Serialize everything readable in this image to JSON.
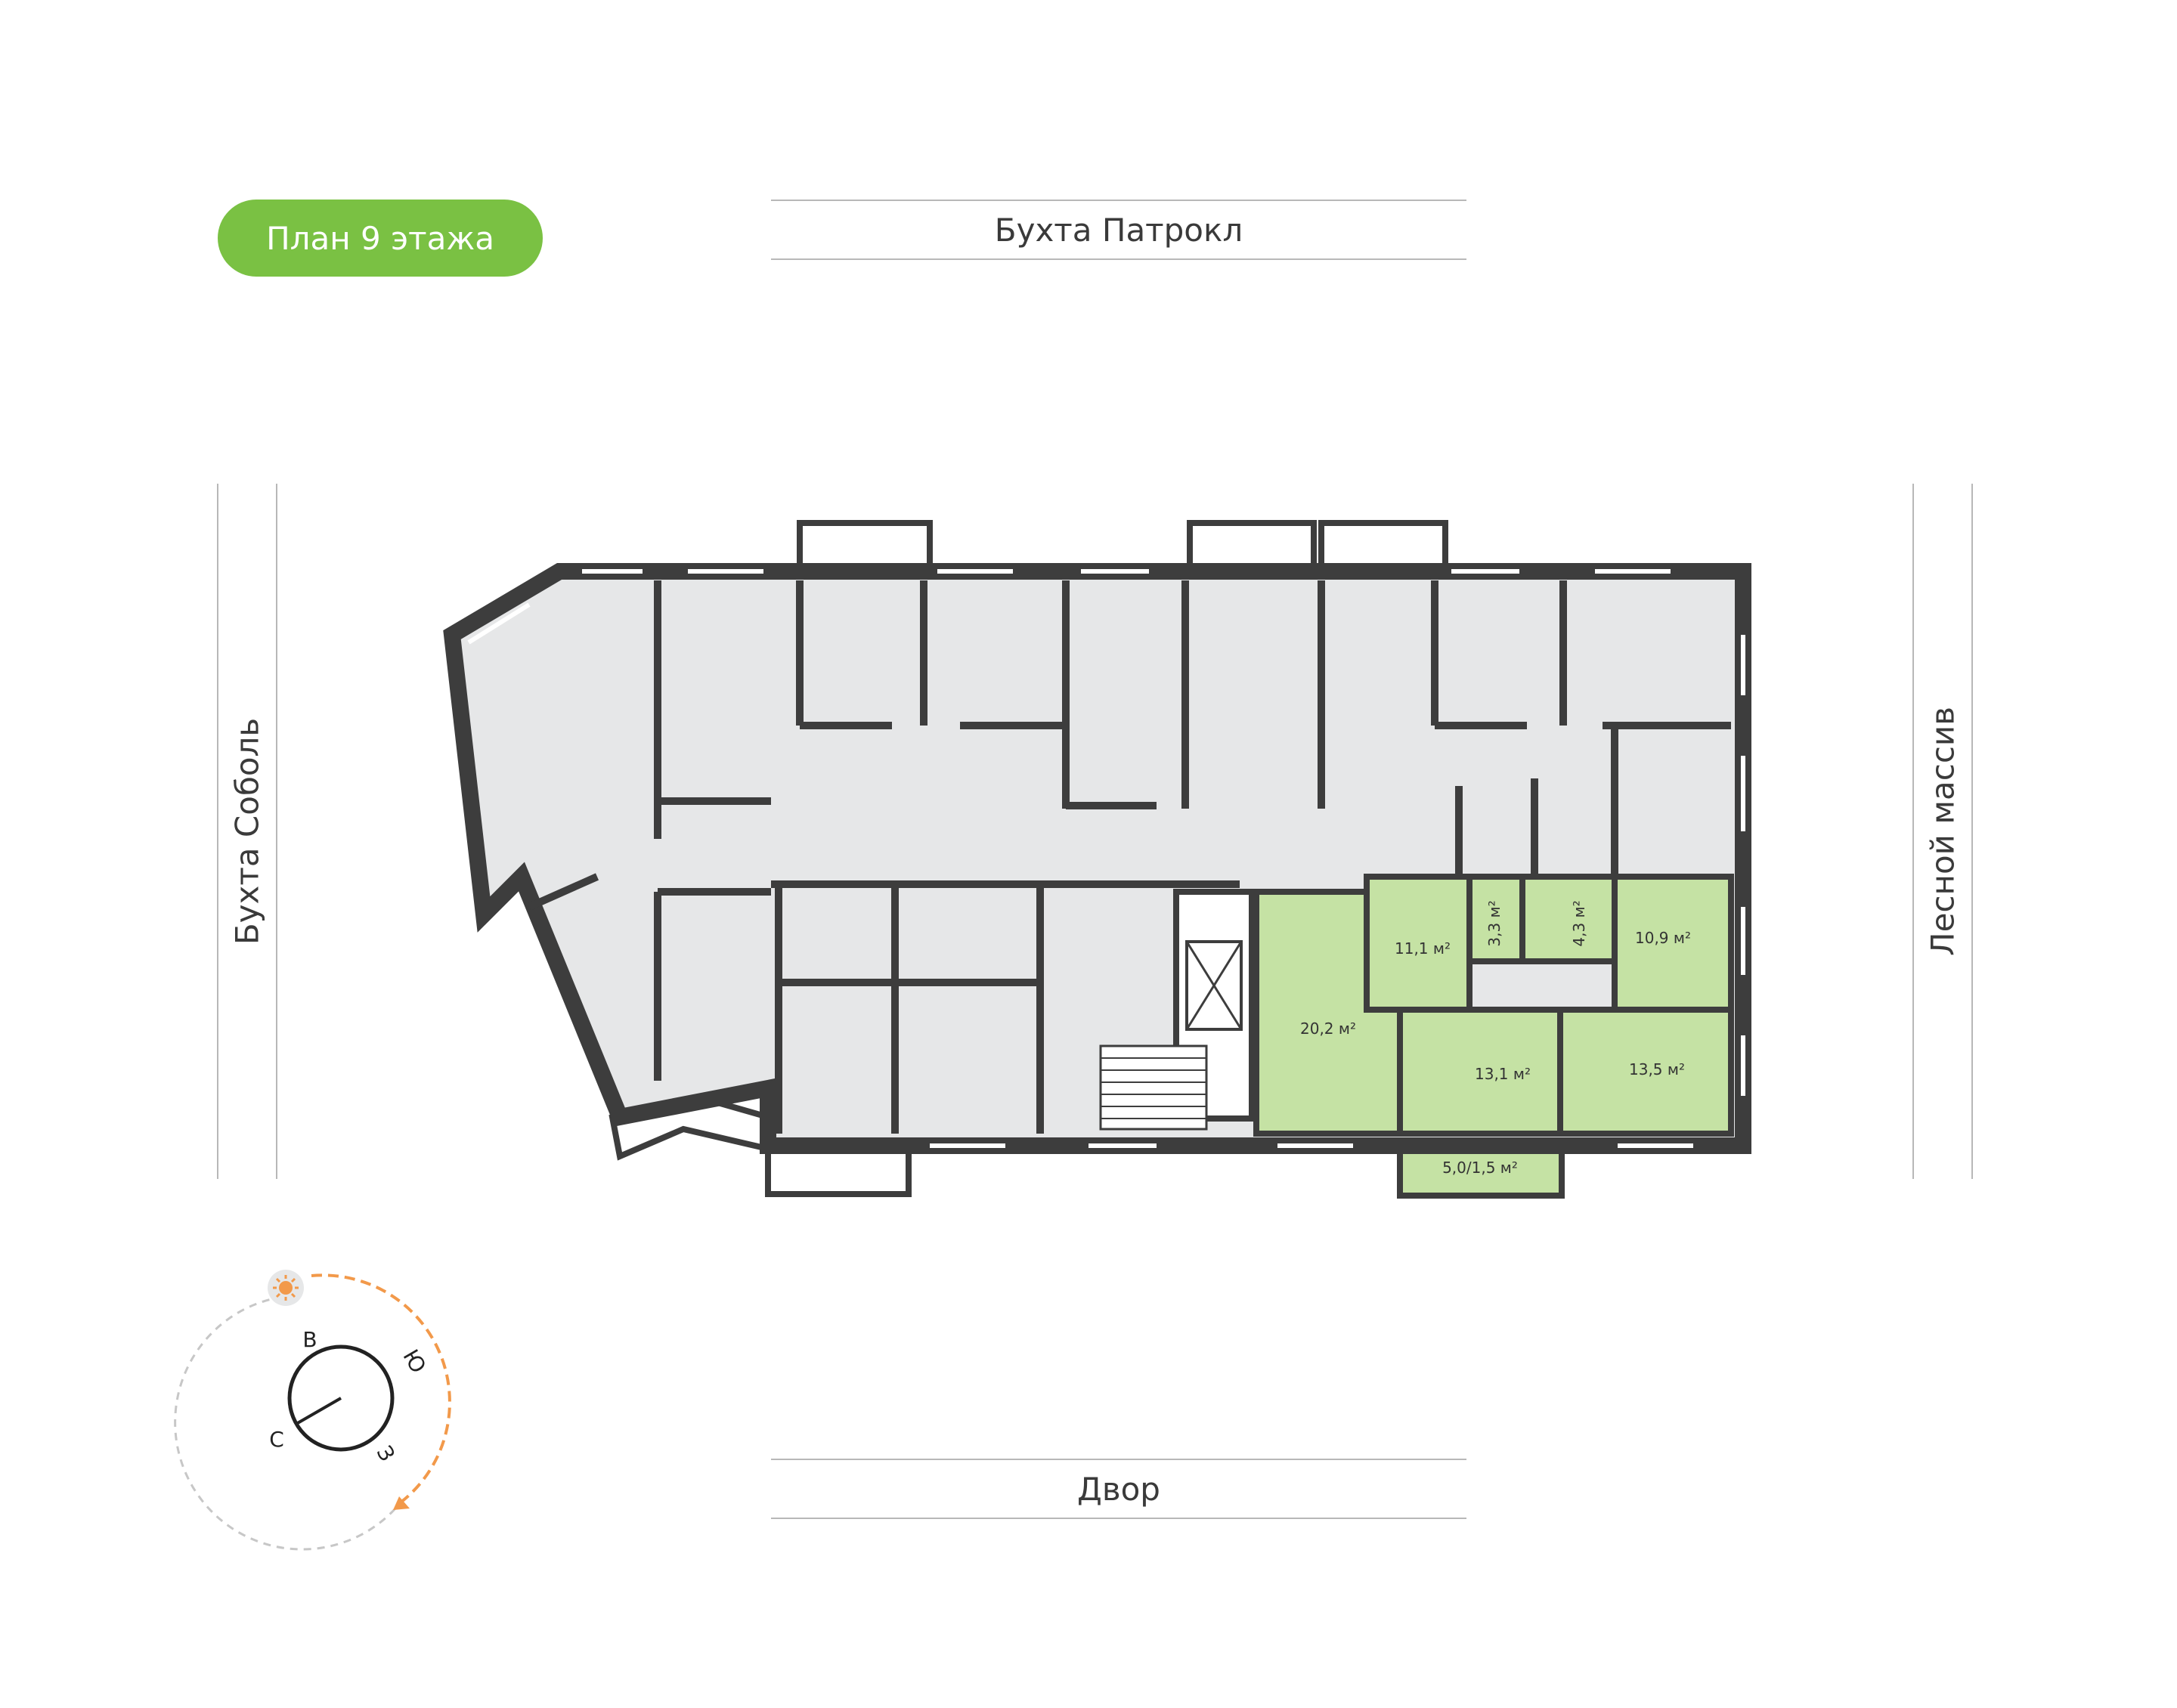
{
  "title": "План 9 этажа",
  "streets": {
    "top": "Бухта Патрокл",
    "bottom": "Двор",
    "left": "Бухта Соболь",
    "right": "Лесной массив"
  },
  "colors": {
    "accent": "#7ac143",
    "highlight_fill": "#c5e2a4",
    "room_fill": "#e6e7e8",
    "wall": "#3d3d3d",
    "sun_path": "#f2994a"
  },
  "apartment": {
    "rooms": [
      {
        "label": "20,2 м²"
      },
      {
        "label": "11,1 м²"
      },
      {
        "label": "3,3 м²"
      },
      {
        "label": "4,3 м²"
      },
      {
        "label": "10,9 м²"
      },
      {
        "label": "13,1 м²"
      },
      {
        "label": "13,5 м²"
      },
      {
        "label": "5,0/1,5 м²"
      }
    ]
  },
  "compass": {
    "north": "С",
    "east": "В",
    "south": "Ю",
    "west": "З",
    "icon": "sun-icon"
  }
}
